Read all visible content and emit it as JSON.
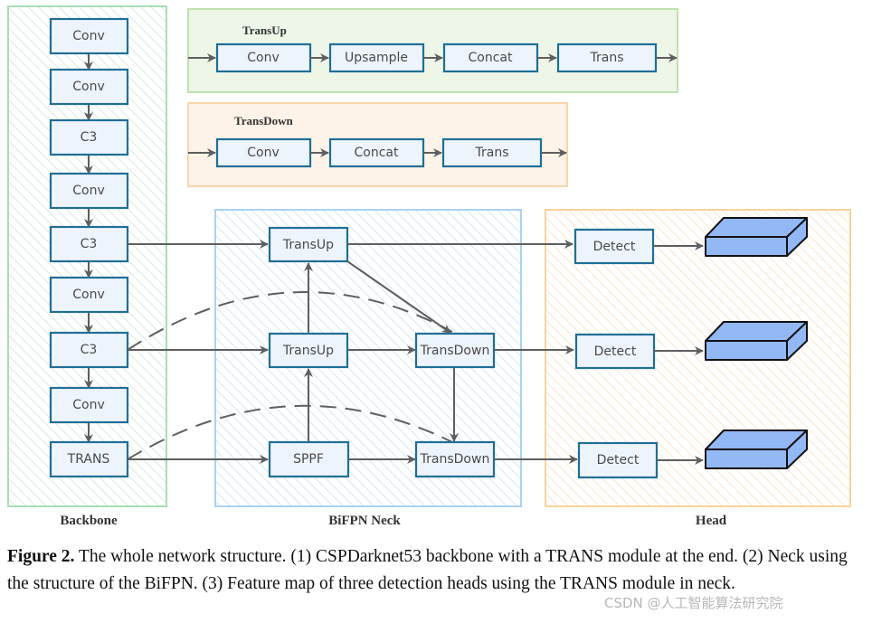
{
  "figure": {
    "panels": {
      "backbone": {
        "title": "Backbone",
        "color": "#a8ddb5"
      },
      "neck": {
        "title": "BiFPN Neck",
        "color": "#a9d2f2"
      },
      "head": {
        "title": "Head",
        "color": "#f9d39c"
      }
    },
    "legend_modules": {
      "transup": {
        "title": "TransUp",
        "steps": [
          "Conv",
          "Upsample",
          "Concat",
          "Trans"
        ],
        "bg": "#eef6e8",
        "border": "#bfe2b0"
      },
      "transdown": {
        "title": "TransDown",
        "steps": [
          "Conv",
          "Concat",
          "Trans"
        ],
        "bg": "#fdf3e8",
        "border": "#f9d6ab"
      }
    },
    "backbone_nodes": [
      "Conv",
      "Conv",
      "C3",
      "Conv",
      "C3",
      "Conv",
      "C3",
      "Conv",
      "TRANS"
    ],
    "neck_nodes": {
      "transup_top": "TransUp",
      "transup_mid": "TransUp",
      "sppf": "SPPF",
      "transdown_mid": "TransDown",
      "transdown_bot": "TransDown"
    },
    "head_nodes": [
      "Detect",
      "Detect",
      "Detect"
    ],
    "feature_map_color": "#92b8f6"
  },
  "caption": {
    "label": "Figure 2.",
    "text": " The whole network structure. (1) CSPDarknet53 backbone with a TRANS module at the end. (2) Neck using the structure of the BiFPN. (3) Feature map of three detection heads using the TRANS module in neck."
  },
  "watermark": "CSDN @人工智能算法研究院"
}
